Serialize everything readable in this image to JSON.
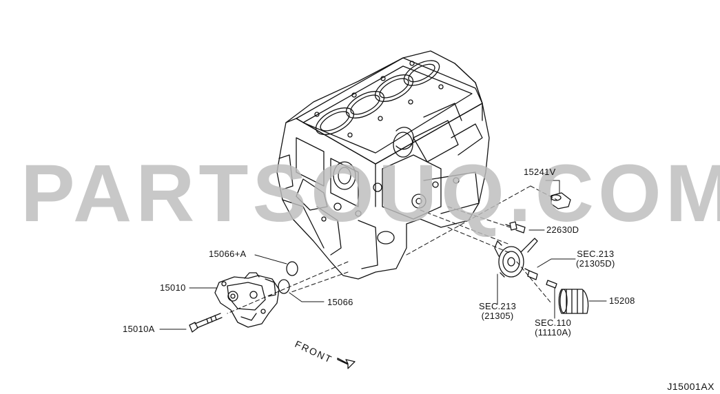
{
  "watermark": "PARTSOUQ.COM",
  "diagram_code": "J15001AX",
  "front_label": "FRONT",
  "callouts": {
    "p15241v": "15241V",
    "p22630d": "22630D",
    "p15066a": "15066+A",
    "p15010": "15010",
    "p15066": "15066",
    "p15010a": "15010A",
    "sec213a_line1": "SEC.213",
    "sec213a_line2": "(21305D)",
    "sec213b_line1": "SEC.213",
    "sec213b_line2": "(21305)",
    "sec110_line1": "SEC.110",
    "sec110_line2": "(11110A)",
    "p15208": "15208"
  }
}
